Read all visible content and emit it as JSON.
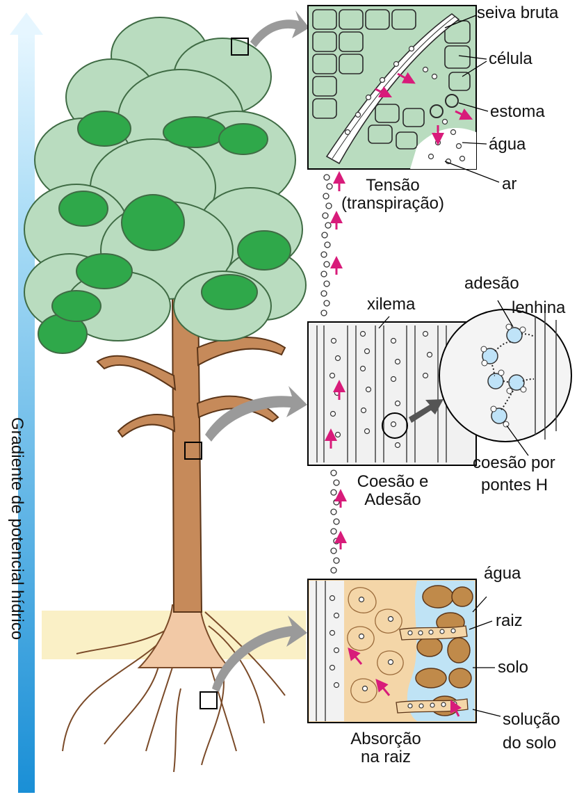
{
  "gradient_label": "Gradiente de potencial hídrico",
  "panels": {
    "top": {
      "caption_line1": "Tensão",
      "caption_line2": "(transpiração)",
      "labels": [
        "seiva bruta",
        "célula",
        "estoma",
        "água",
        "ar"
      ]
    },
    "middle": {
      "caption_line1": "Coesão e",
      "caption_line2": "Adesão",
      "labels": [
        "xilema",
        "adesão",
        "lenhina",
        "coesão por",
        "pontes H"
      ]
    },
    "bottom": {
      "caption_line1": "Absorção",
      "caption_line2": "na raiz",
      "labels": [
        "água",
        "raiz",
        "solo",
        "solução",
        "do solo"
      ]
    }
  },
  "colors": {
    "foliage_light": "#b9dcbf",
    "foliage_dark": "#2fa84a",
    "trunk": "#c68a5a",
    "root": "#f2c9a6",
    "soil_band": "#faf0c6",
    "arrow_gray": "#9a9a9a",
    "water_arrow": "#d81b7a",
    "gradient_top": "#d8f0ff",
    "gradient_bottom": "#1a8fd6",
    "soil_particle": "#c08a4a",
    "soil_solution": "#bfe3f5",
    "cell_fill": "#b9dcbf",
    "root_tissue": "#f4d6a8",
    "molecule_fill": "#bfe3f8"
  }
}
